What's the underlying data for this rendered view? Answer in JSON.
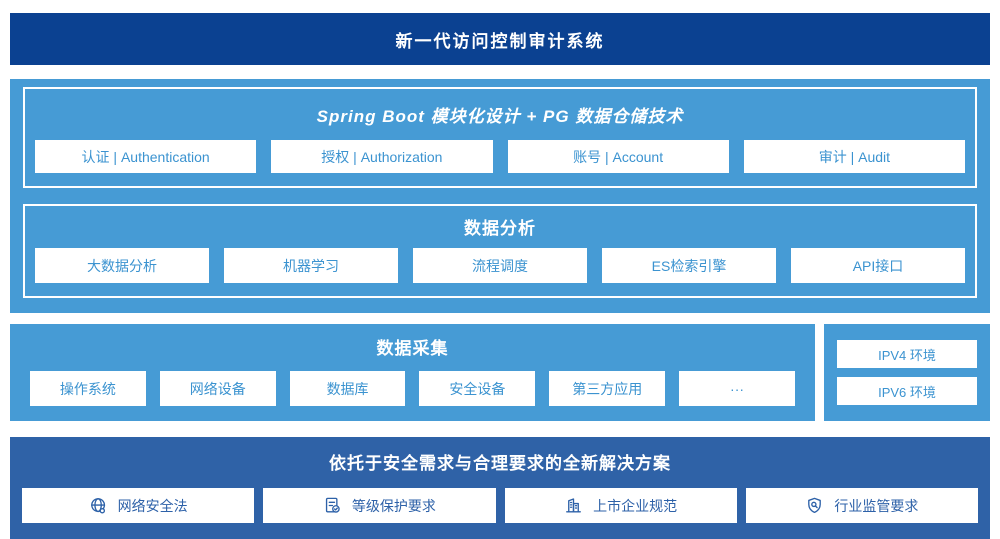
{
  "colors": {
    "banner_blue": "#0b4191",
    "light_blue": "#469bd5",
    "solution_blue": "#2f62a7",
    "chip_text_blue": "#3b93d0",
    "solution_text_blue": "#2d61a8",
    "white": "#ffffff"
  },
  "banner": {
    "title": "新一代访问控制审计系统"
  },
  "platform": {
    "sections": [
      {
        "title": "Spring Boot 模块化设计 + PG 数据仓储技术",
        "items": [
          "认证 | Authentication",
          "授权 | Authorization",
          "账号 | Account",
          "审计 | Audit"
        ]
      },
      {
        "title": "数据分析",
        "items": [
          "大数据分析",
          "机器学习",
          "流程调度",
          "ES检索引擎",
          "API接口"
        ]
      }
    ]
  },
  "collection": {
    "title": "数据采集",
    "items": [
      "操作系统",
      "网络设备",
      "数据库",
      "安全设备",
      "第三方应用",
      "···"
    ]
  },
  "environment": {
    "items": [
      "IPV4 环境",
      "IPV6 环境"
    ]
  },
  "solution": {
    "title": "依托于安全需求与合理要求的全新解决方案",
    "items": [
      {
        "icon": "globe-icon",
        "label": "网络安全法"
      },
      {
        "icon": "doc-check-icon",
        "label": "等级保护要求"
      },
      {
        "icon": "building-icon",
        "label": "上市企业规范"
      },
      {
        "icon": "shield-search-icon",
        "label": "行业监管要求"
      }
    ]
  }
}
